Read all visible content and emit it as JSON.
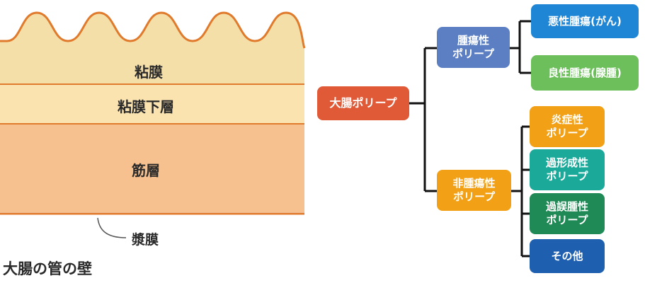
{
  "wall": {
    "layers": [
      {
        "label": "粘膜",
        "color": "#f5dfa8"
      },
      {
        "label": "粘膜下層",
        "color": "#fbe3b0"
      },
      {
        "label": "筋層",
        "color": "#f6c08f"
      }
    ],
    "serosa_label": "漿膜",
    "title": "大腸の管の壁",
    "line_color": "#e07a2c"
  },
  "tree": {
    "root": {
      "label": "大腸ポリープ",
      "color": "#e05a38"
    },
    "neoplastic": {
      "label": "腫瘍性\nポリープ",
      "color": "#5b7fc2"
    },
    "non_neoplastic": {
      "label": "非腫瘍性\nポリープ",
      "color": "#f2a117"
    },
    "malignant": {
      "label": "悪性腫瘍(がん)",
      "color": "#1f86d6"
    },
    "benign": {
      "label": "良性腫瘍(腺腫)",
      "color": "#6cbf5a"
    },
    "inflammatory": {
      "label": "炎症性\nポリープ",
      "color": "#f2a117"
    },
    "hyperplastic": {
      "label": "過形成性\nポリープ",
      "color": "#1ba99a"
    },
    "hamartomatous": {
      "label": "過誤腫性\nポリープ",
      "color": "#1f8a55"
    },
    "other": {
      "label": "その他",
      "color": "#1f5fb0"
    }
  }
}
